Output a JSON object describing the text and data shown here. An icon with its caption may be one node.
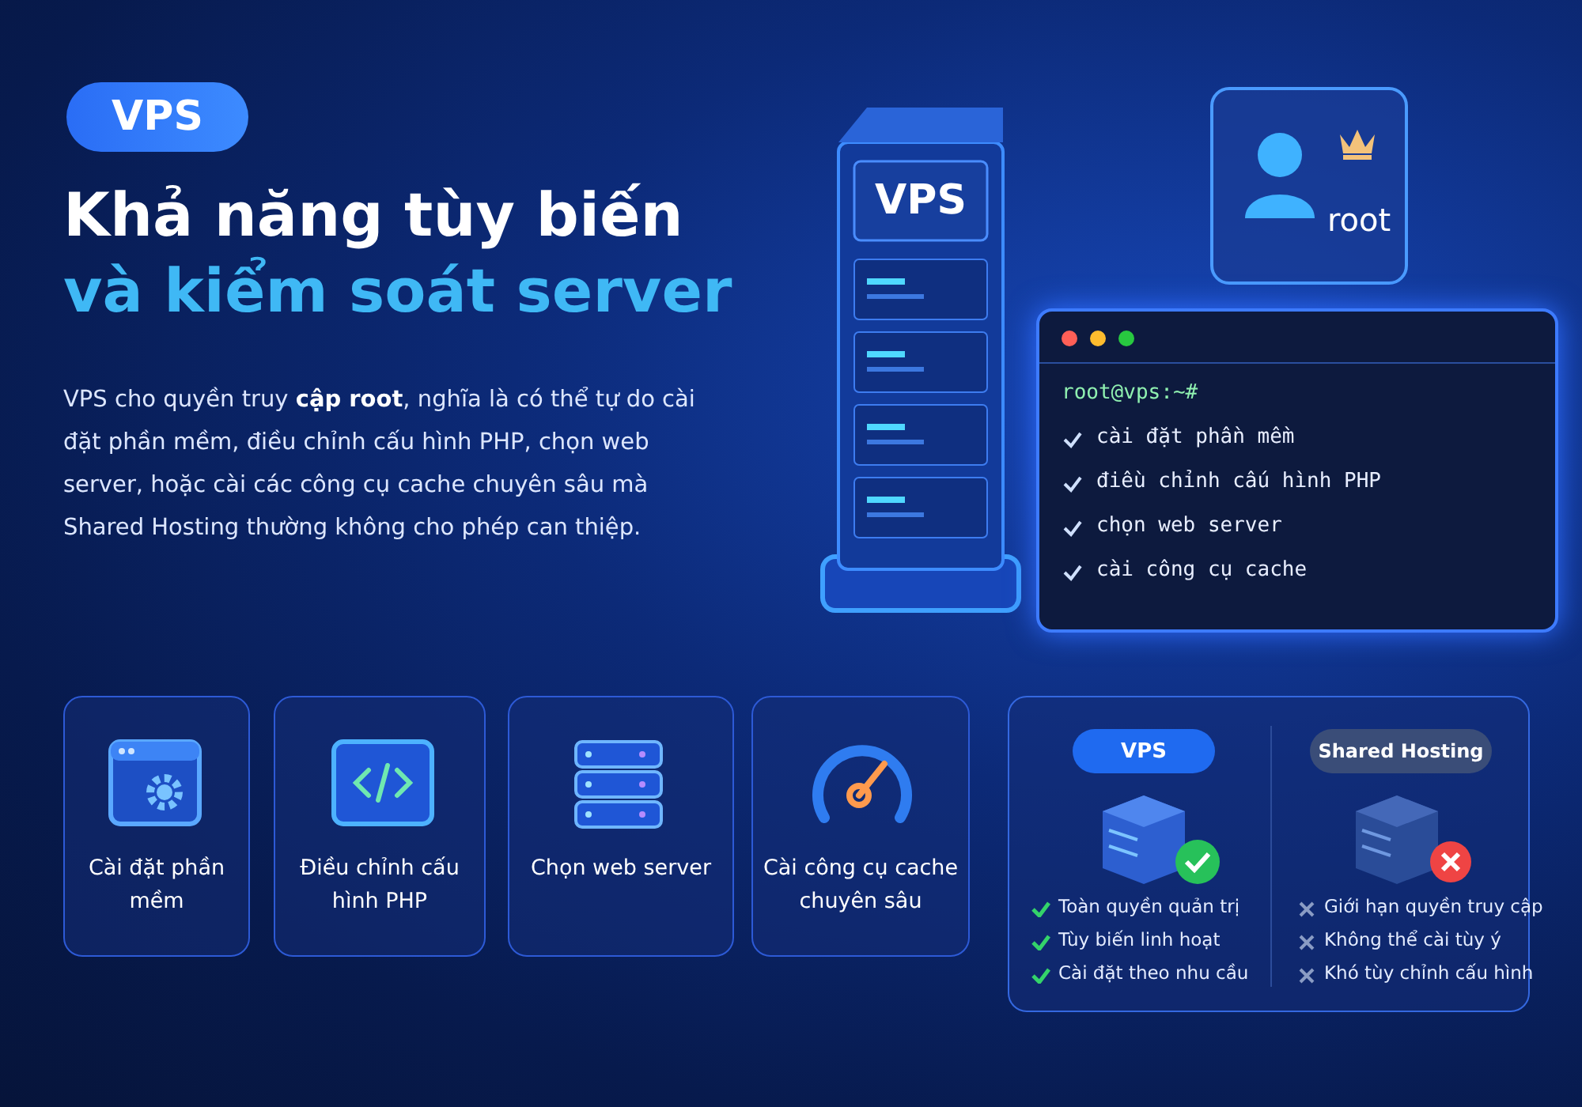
{
  "diagram": {
    "title": "Khả năng tùy biến và kiểm soát server",
    "nodes": [
      {
        "text": [
          "VPS"
        ]
      },
      {
        "text": [
          "VPS"
        ]
      },
      {
        "text": [
          "root"
        ]
      },
      {
        "text": [
          "root@vps:~#",
          "cài đặt phần mềm",
          "điều chỉnh cấu hình PHP",
          "chọn web server",
          "cài công cụ cache"
        ]
      },
      {
        "text": [
          "Cài đặt phần mềm"
        ]
      },
      {
        "text": [
          "Điều chỉnh cấu hình PHP"
        ]
      },
      {
        "text": [
          "Chọn web server"
        ]
      },
      {
        "text": [
          "Cài công cụ cache chuyên sâu"
        ]
      },
      {
        "text": [],
        "shape": "box"
      },
      {
        "text": [
          "VPS"
        ],
        "in": 8
      },
      {
        "text": [
          "Shared Hosting"
        ],
        "in": 8
      }
    ],
    "labels": [
      "VPS cho quyền truy **cập root**, nghĩa là có thể tự do cài đặt phần mềm, điều chỉnh cấu hình PHP, chọn web server, hoặc cài các công cụ cache chuyên sâu mà Shared Hosting thường không cho phép can thiệp.",
      "Toàn quyền quản trị",
      "Tùy biến linh hoạt",
      "Cài đặt theo nhu cầu",
      "Giới hạn quyền truy cập",
      "Không thể cài tùy ý",
      "Khó tùy chỉnh cấu hình"
    ]
  }
}
